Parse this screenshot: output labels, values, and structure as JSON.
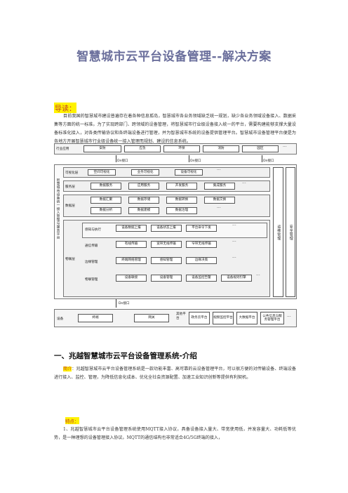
{
  "title": "智慧城市云平台设备管理--解决方案",
  "guide_label": "导读：",
  "intro_text": "目前我国的智慧城市建设普遍存在着各种信息孤岛，智慧城市各业务领域缺乏统一规划，缺少各业务领域设备接入、数据采集等方面的统一标准。为了实现跨部门、跨领域的设备管理，将智慧城市行业级设备接入统一的平台，需要构建能够支撑大量设备标准化接入，对各类传输协议和各终端设备进行管理，并为智慧城市系统的设备提供管理平台。智慧城市设备管理平台便是为各地方开展智慧城市行业级设备统一接入管理而规划、建设的信息系统。",
  "diagram": {
    "industry": {
      "label": "行业应用",
      "items": [
        "安防",
        "应急",
        "环保",
        "消防",
        "园区"
      ],
      "more": "···"
    },
    "api_tags": [
      "Dn接口",
      "Dn接口",
      "Dn接口"
    ],
    "platform_label": "智慧城市设备统一接入管理与服务平台",
    "visual": {
      "label": "可视化层",
      "items": [
        "空间可视化",
        "业务可视化",
        "设备可视化"
      ],
      "more": "···"
    },
    "service": {
      "label": "服务层",
      "items": [
        "数据服务",
        "应用服务",
        "开发服务",
        "集成服务"
      ],
      "more": "···"
    },
    "data": {
      "label": "数据层",
      "items": [
        "数据汇聚",
        "数据存储",
        "数据转换",
        "数据交换",
        "数据分析",
        "数据建模",
        "数据治理"
      ],
      "more": "···"
    },
    "iot": {
      "label": "物联层",
      "rows": [
        [
          "感知与执行",
          "设备数据上报",
          "设备状态上报",
          "平台命令下发"
        ],
        [
          "通信传输",
          "有线传输",
          "宽带无线传输",
          "窄带无线传输"
        ],
        [
          "边缘管理",
          "终端网络管理",
          "感知管理",
          "边缘决策"
        ],
        [
          "物联管理",
          "设备联接",
          "设备管理",
          "设备监控告警",
          "设备规则引擎"
        ]
      ],
      "more": "···"
    },
    "ops": "运维管理",
    "security": "安全管理",
    "bottom_tag": "Dn接口",
    "device": {
      "label": "设备",
      "items": [
        "终端",
        "网关"
      ],
      "other_label": "其他平台",
      "others": [
        "政务云平台",
        "视频监控平台",
        "大数据平台",
        "公共信息与服务管理平台"
      ],
      "more": "···"
    }
  },
  "section1_heading": "一、兆越智慧城市云平台设备管理系统-介绍",
  "intro_keyword": "简介",
  "intro2_text": "：兆越智慧城市云平台设备管理系统是一款功能丰富、高可靠的云设备管理平台，可以很方便的对传输设备、终端设备进行接入、监控、管理，为降低信息化成本、优化全社会资源配置、加速工业知识创新等提供有利契机。",
  "feature_label": "特点：",
  "feature1": "1、兆越智慧城市云平台设备管理系统使用MQTT接入协议，具备设备接入量大、带宽使用低，并发容量大、功耗低等优势，是一种理想的设备管理接入协议。MQTT的通信结构也非常适合4G/5G终端的接入，"
}
